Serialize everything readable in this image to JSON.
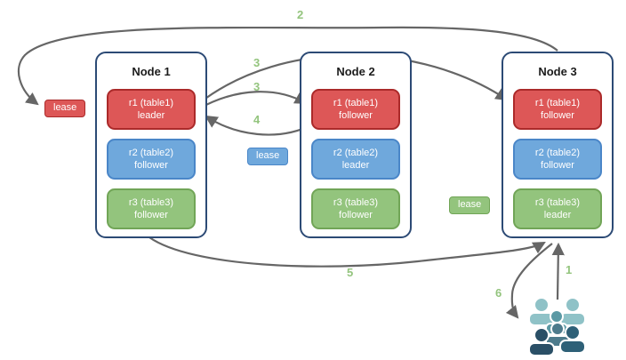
{
  "nodes": [
    {
      "title": "Node 1",
      "replicas": [
        {
          "label": "r1 (table1)",
          "role": "leader",
          "color": "#dd5757"
        },
        {
          "label": "r2 (table2)",
          "role": "follower",
          "color": "#6fa8dc"
        },
        {
          "label": "r3 (table3)",
          "role": "follower",
          "color": "#93c47d"
        }
      ]
    },
    {
      "title": "Node 2",
      "replicas": [
        {
          "label": "r1 (table1)",
          "role": "follower",
          "color": "#dd5757"
        },
        {
          "label": "r2 (table2)",
          "role": "leader",
          "color": "#6fa8dc"
        },
        {
          "label": "r3 (table3)",
          "role": "follower",
          "color": "#93c47d"
        }
      ]
    },
    {
      "title": "Node 3",
      "replicas": [
        {
          "label": "r1 (table1)",
          "role": "follower",
          "color": "#dd5757"
        },
        {
          "label": "r2 (table2)",
          "role": "follower",
          "color": "#6fa8dc"
        },
        {
          "label": "r3 (table3)",
          "role": "leader",
          "color": "#93c47d"
        }
      ]
    }
  ],
  "leases": [
    {
      "label": "lease",
      "color": "#dd5757"
    },
    {
      "label": "lease",
      "color": "#6fa8dc"
    },
    {
      "label": "lease",
      "color": "#93c47d"
    }
  ],
  "step_labels": [
    {
      "number": "1"
    },
    {
      "number": "2"
    },
    {
      "number": "3"
    },
    {
      "number": "3"
    },
    {
      "number": "4"
    },
    {
      "number": "5"
    },
    {
      "number": "6"
    }
  ],
  "icons": {
    "users_group": "users-group-icon"
  },
  "colors": {
    "replica_red": "#dd5757",
    "replica_blue": "#6fa8dc",
    "replica_green": "#93c47d",
    "red_border": "#ab2a2a",
    "blue_border": "#4a86c8",
    "green_border": "#71a557",
    "node_border": "#2c4a75",
    "arrow": "#666666",
    "step_number": "#93c47d",
    "users_light": "#8fc2c7",
    "users_medium": "#5b99a4",
    "users_gray": "#4d7b8c",
    "users_dark_left": "#2a4f66",
    "users_dark_right": "#2e6077"
  }
}
